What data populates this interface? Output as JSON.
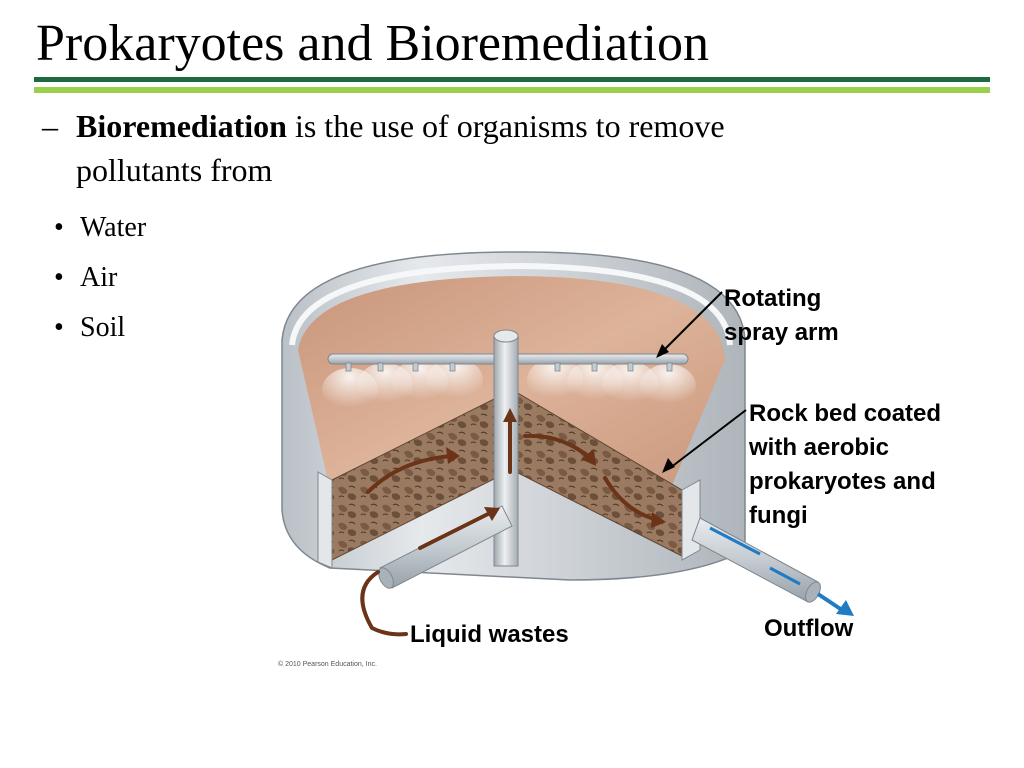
{
  "slide": {
    "title": "Prokaryotes and Bioremediation",
    "definition": {
      "dash": "–",
      "term": "Bioremediation",
      "rest_line1": " is the use of organisms to remove",
      "rest_line2": "pollutants from"
    },
    "bullets": [
      {
        "marker": "•",
        "text": "Water"
      },
      {
        "marker": "•",
        "text": "Air"
      },
      {
        "marker": "•",
        "text": "Soil"
      }
    ],
    "theme_colors": {
      "rule_dark": "#1e6a3c",
      "rule_light": "#9ccf4a"
    }
  },
  "diagram": {
    "labels": {
      "rotating_arm": [
        "Rotating",
        "spray arm"
      ],
      "rock_bed": [
        "Rock bed coated",
        "with aerobic",
        "prokaryotes and",
        "fungi"
      ],
      "liquid_wastes": "Liquid wastes",
      "outflow": "Outflow"
    },
    "copyright": "© 2010 Pearson Education, Inc.",
    "colors": {
      "surface": "#d5a88c",
      "rock": "#8a6a52",
      "tank": "#c9ced3",
      "arrow_brown": "#6b3318",
      "arrow_blue": "#1e7bc4"
    }
  }
}
